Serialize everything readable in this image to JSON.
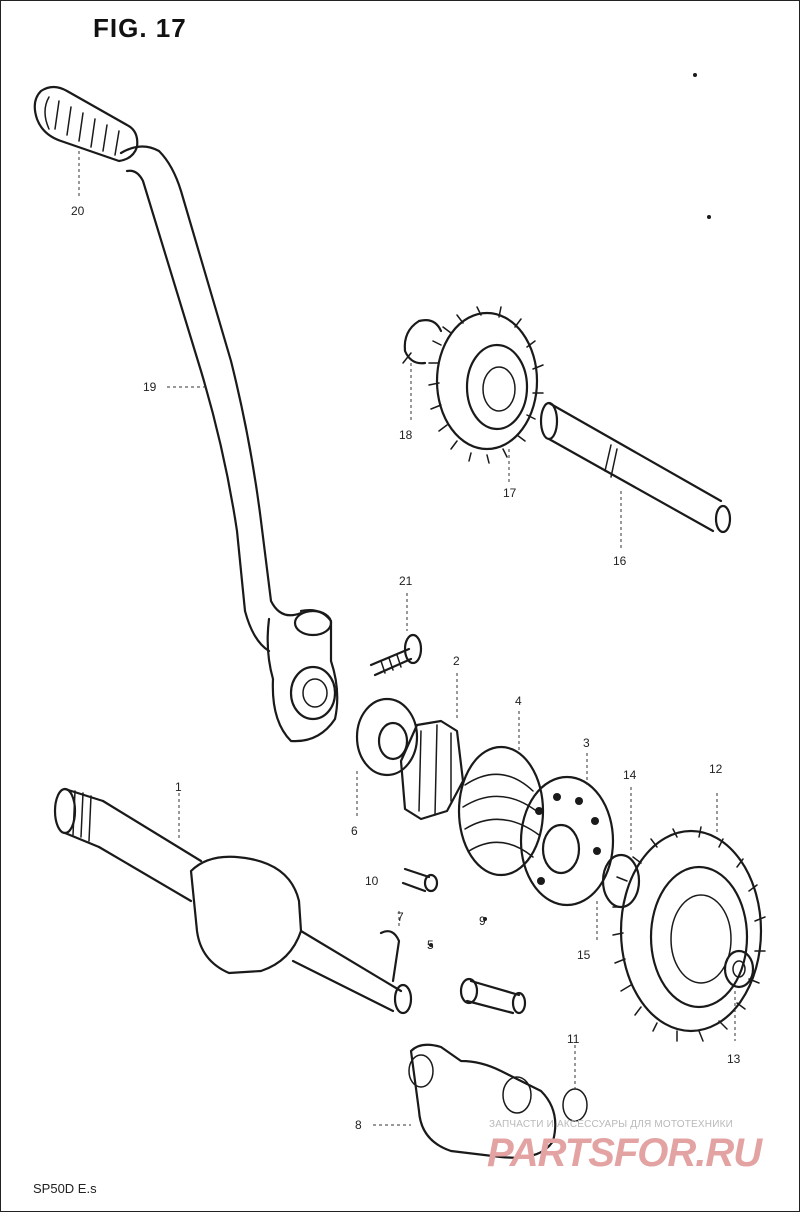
{
  "figure": {
    "title": "FIG. 17",
    "code": "SP50D E.s"
  },
  "watermark": {
    "text": "ЗАПЧАСТИ И АКСЕССУАРЫ ДЛЯ МОТОТЕХНИКИ",
    "logo": "PARTSFOR.RU"
  },
  "callouts": [
    {
      "id": "1",
      "label": "1"
    },
    {
      "id": "2",
      "label": "2"
    },
    {
      "id": "3",
      "label": "3"
    },
    {
      "id": "4",
      "label": "4"
    },
    {
      "id": "5",
      "label": "5"
    },
    {
      "id": "6",
      "label": "6"
    },
    {
      "id": "7",
      "label": "7"
    },
    {
      "id": "8",
      "label": "8"
    },
    {
      "id": "9",
      "label": "9"
    },
    {
      "id": "10",
      "label": "10"
    },
    {
      "id": "11",
      "label": "11"
    },
    {
      "id": "12",
      "label": "12"
    },
    {
      "id": "13",
      "label": "13"
    },
    {
      "id": "14",
      "label": "14"
    },
    {
      "id": "15",
      "label": "15"
    },
    {
      "id": "16",
      "label": "16"
    },
    {
      "id": "17",
      "label": "17"
    },
    {
      "id": "18",
      "label": "18"
    },
    {
      "id": "19",
      "label": "19"
    },
    {
      "id": "20",
      "label": "20"
    },
    {
      "id": "21",
      "label": "21"
    }
  ]
}
